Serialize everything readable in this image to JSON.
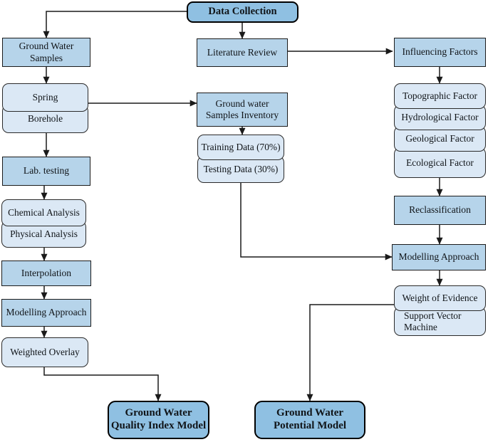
{
  "diagram": {
    "title": "Groundwater Quality and Potential Modelling Flowchart",
    "colors": {
      "accent_dark_blue": "#8fc0e2",
      "accent_mid_blue": "#b6d4ea",
      "accent_light_blue": "#dbe8f5",
      "outline": "#000000",
      "background": "#ffffff"
    }
  },
  "nodes": {
    "data_collection": "Data Collection",
    "ground_water_samples": "Ground Water\nSamples",
    "spring": "Spring",
    "borehole": "Borehole",
    "lab_testing": "Lab. testing",
    "chemical_analysis": "Chemical Analysis",
    "physical_analysis": "Physical Analysis",
    "interpolation": "Interpolation",
    "modelling_approach_left": "Modelling Approach",
    "weighted_overlay": "Weighted Overlay",
    "literature_review": "Literature Review",
    "gw_samples_inventory": "Ground water\nSamples Inventory",
    "training_data": "Training Data (70%)",
    "testing_data": "Testing Data (30%)",
    "influencing_factors": "Influencing Factors",
    "topographic_factor": "Topographic Factor",
    "hydrological_factor": "Hydrological Factor",
    "geological_factor": "Geological Factor",
    "ecological_factor": "Ecological Factor",
    "reclassification": "Reclassification",
    "modelling_approach_right": "Modelling Approach",
    "weight_of_evidence": "Weight of Evidence",
    "support_vector_machine": "Support Vector\nMachine",
    "gw_quality_index_model": "Ground Water\nQuality Index Model",
    "gw_potential_model": "Ground Water\nPotential Model"
  }
}
